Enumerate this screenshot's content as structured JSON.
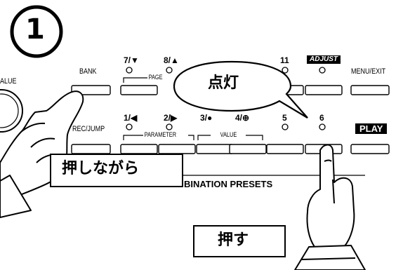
{
  "step_number": "1",
  "top_row": {
    "left_label": "ALUE",
    "bank": "BANK",
    "page_group": "PAGE",
    "num7": "7/▼",
    "num8": "8/▲",
    "num11": "11",
    "adjust": "ADJUST",
    "menu_exit": "MENU/EXIT"
  },
  "bottom_row": {
    "rec_jump": "REC/JUMP",
    "num1": "1/◀",
    "num2": "2/▶",
    "num3": "3/●",
    "num4": "4/⊕",
    "num5": "5",
    "num6": "6",
    "parameter_group": "PARAMETER",
    "value_group": "VALUE",
    "play": "PLAY"
  },
  "combination_text": "BINATION PRESETS",
  "callouts": {
    "light_on": "点灯",
    "hold_down": "押しながら",
    "press": "押す"
  },
  "colors": {
    "ink": "#000000",
    "paper": "#ffffff"
  }
}
